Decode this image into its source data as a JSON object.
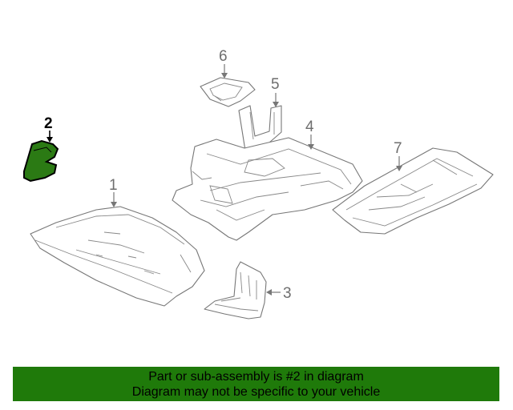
{
  "callouts": {
    "c1": "1",
    "c2": "2",
    "c3": "3",
    "c4": "4",
    "c5": "5",
    "c6": "6",
    "c7": "7"
  },
  "highlighted_part": "2",
  "colors": {
    "highlight_fill": "#2b7a14",
    "banner_bg": "#1f7a0a",
    "line": "#777777"
  },
  "banner": {
    "line1": "Part or sub-assembly is #2 in diagram",
    "line2": "Diagram may not be specific to your vehicle"
  }
}
